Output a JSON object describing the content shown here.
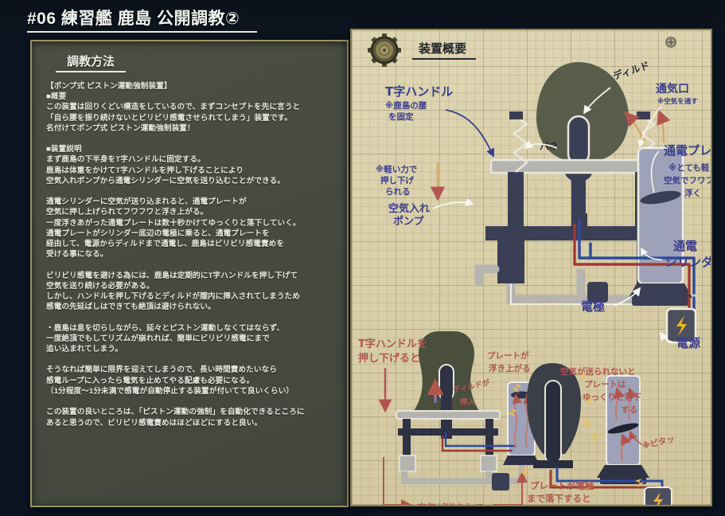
{
  "page": {
    "title": "#06 練習艦 鹿島 公開調教②",
    "background_color": "#14233a",
    "panel_border_color": "#9b9460",
    "diagram_paper_color": "#d9cfa9"
  },
  "text_panel": {
    "heading": "調教方法",
    "body": "【ポンプ式 ピストン運動強制装置】\n■概要\nこの装置は回りくどい構造をしているので、まずコンセプトを先に言うと\n「自ら腰を振り続けないとビリビリ感電させられてしまう」装置です。\n名付けてポンプ式 ピストン運動強制装置！\n\n■装置説明\nまず鹿島の下半身をT字ハンドルに固定する。\n鹿島は体重をかけてT字ハンドルを押し下げることにより\n空気入れポンプから通電シリンダーに空気を送り込むことができる。\n\n通電シリンダーに空気が送り込まれると、通電プレートが\n空気に押し上げられてフワフワと浮き上がる。\n一度浮きあがった通電プレートは数十秒かけてゆっくりと落下していく。\n通電プレートがシリンダー底辺の電極に乗ると、通電プレートを\n経由して、電源からディルドまで通電し、鹿島はビリビリ感電責めを\n受ける事になる。\n\nビリビリ感電を避ける為には、鹿島は定期的にT字ハンドルを押し下げて\n空気を送り続ける必要がある。\nしかし、ハンドルを押し下げるとディルドが膣内に挿入されてしまうため\n感電の先延ばしはできても絶頂は避けられない。\n\n・鹿島は息を切らしながら、延々とピストン運動しなくてはならず、\n一度絶頂でもしてリズムが崩れれば、簡単にビリビリ感電にまで\n追い込まれてしまう。\n\nそうなれば簡単に限界を迎えてしまうので、長い時間責めたいなら\n感電ループに入ったら電気を止めてやる配慮も必要になる。\n（1分程度〜1分未満で感電が自動停止する装置が付いてて良いくらい）\n\nこの装置の良いところは、「ピストン運動の強制」を自動化できるところに\nあると思うので、ビリビリ感電責めはほどほどにすると良い。"
  },
  "diagram": {
    "title": "装置概要",
    "icons": {
      "gear": "gear-icon",
      "screw": "screw-icon",
      "bolt": "lightning-bolt-icon"
    },
    "labels": {
      "t_handle": "T字ハンドル",
      "t_handle_note": "※鹿島の腰\nを固定",
      "dildo": "ディルド",
      "push_note": "※軽い力で\n押し下げ\nられる",
      "spring": "バネ",
      "vent": "通気口",
      "vent_note": "※空気を通す",
      "plate": "通電プレート",
      "plate_note": "※とても軽く\n空気でフワフワ\n浮く",
      "cylinder": "通電\nシリンダー",
      "pump": "空気入れ\nポンプ",
      "electrode": "電極",
      "power": "電源",
      "step1": "T字ハンドルを\n押し下げると",
      "step1_dildo": "ディルドが\n挿入",
      "step1_plate": "プレートが\n浮き上がる",
      "step1_air": "空気が送られて",
      "step2_note": "空気が送られないと\nプレートは\nゆっくりと落下\nする",
      "step2_pita": "※ピタッ",
      "step2_result": "プレートが電極\nまで落下すると\n電源→ディルドまで通電\n（ビリビリ感電）"
    },
    "colors": {
      "machine": "#3b3f55",
      "pipe": "#b5b4ae",
      "wire_red": "#9e3b33",
      "wire_blue": "#2f4a9c",
      "body": "#4a4f3d",
      "cylinder": "#9ea2b8",
      "handwriting_blue": "#3a3c8e",
      "handwriting_red": "#b0564f",
      "bolt_yellow": "#f0b429"
    }
  }
}
